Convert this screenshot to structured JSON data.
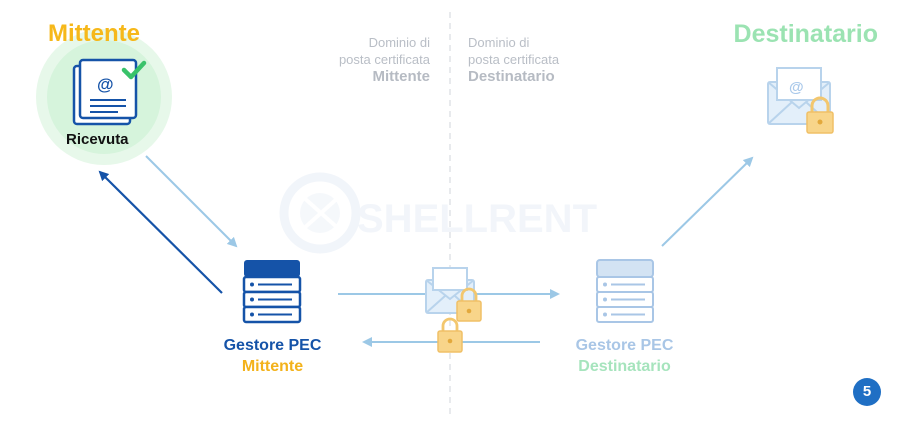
{
  "sender": {
    "title": "Mittente",
    "receipt_label": "Ricevuta",
    "document_icon": "receipt-document-icon",
    "check_icon": "check-icon",
    "at_icon": "at-sign-icon"
  },
  "recipient": {
    "title": "Destinatario",
    "envelope_icon": "envelope-at-icon",
    "lock_icon": "padlock-icon"
  },
  "domains": {
    "left": {
      "line1": "Dominio di",
      "line2": "posta certificata",
      "line3": "Mittente"
    },
    "right": {
      "line1": "Dominio di",
      "line2": "posta certificata",
      "line3": "Destinatario"
    }
  },
  "servers": {
    "left": {
      "line1": "Gestore PEC",
      "line2": "Mittente",
      "icon": "server-stack-icon"
    },
    "right": {
      "line1": "Gestore PEC",
      "line2": "Destinatario",
      "icon": "server-stack-icon"
    }
  },
  "watermark": {
    "text": "SHELLRENT"
  },
  "page": {
    "number": "5"
  },
  "colors": {
    "mittente": "#f6b81a",
    "destinatario": "#9be3b2",
    "primary_blue": "#1553a8",
    "light_blue": "#a9c6e6",
    "arrow_light": "#9cc8e6",
    "lock": "#f8cc7c",
    "receipt_glow": "#dff7e2"
  }
}
